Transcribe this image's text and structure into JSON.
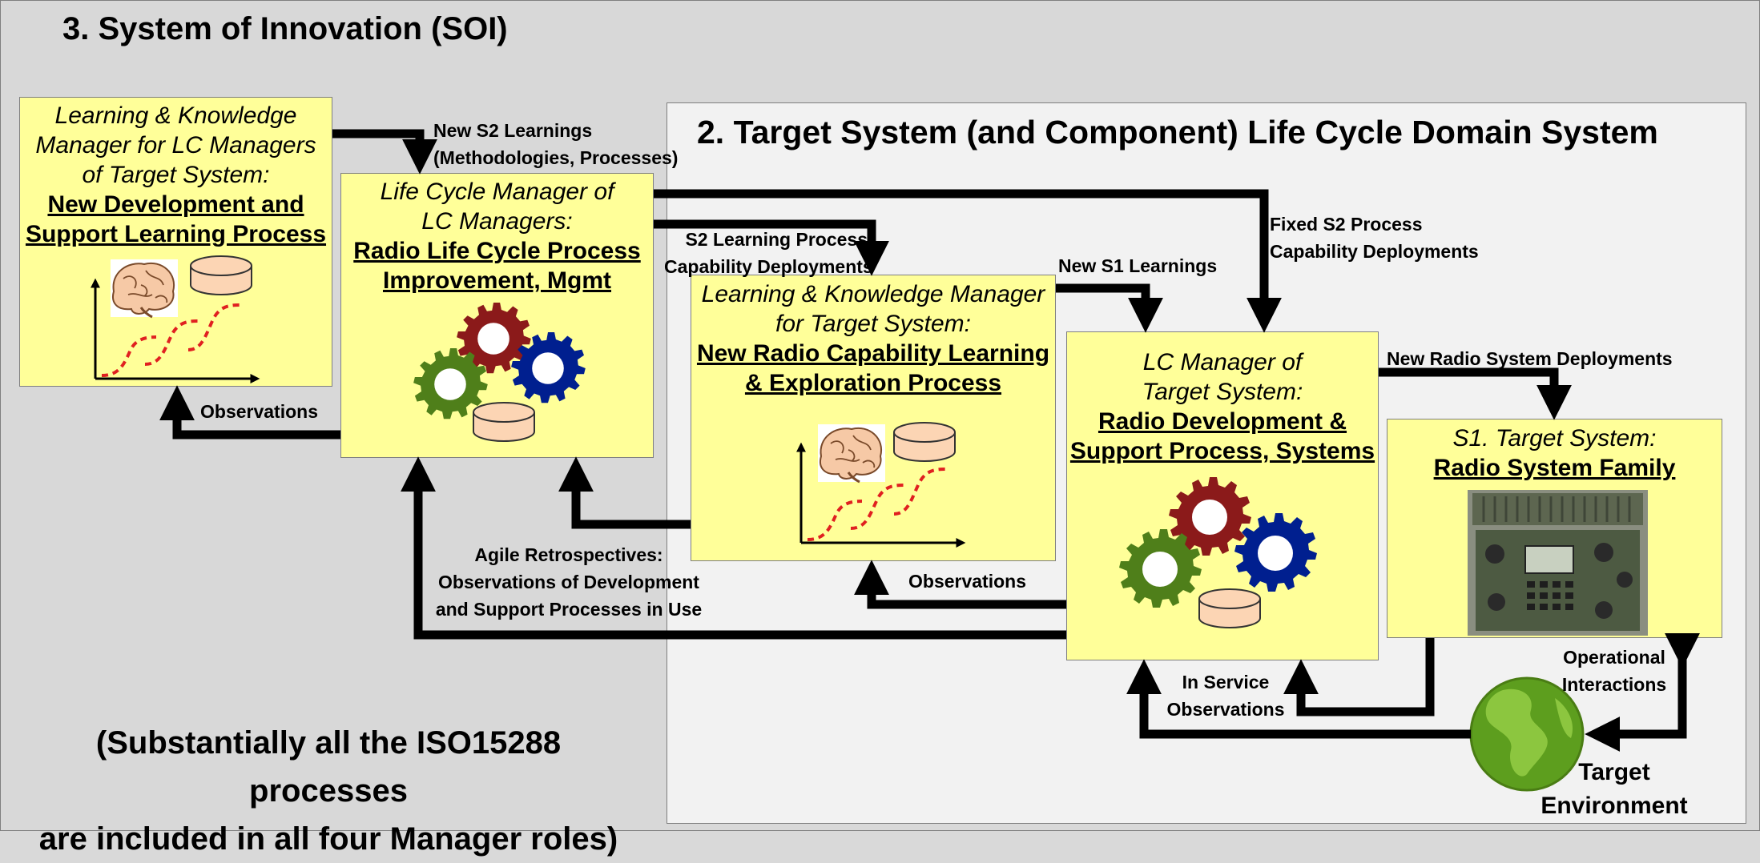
{
  "soi_title": "3.  System of Innovation (SOI)",
  "domain_title": "2.  Target System (and Component)  Life Cycle Domain System",
  "boxes": {
    "lkm_lc": {
      "italic": [
        "Learning & Knowledge",
        "Manager for LC Managers",
        "of Target System:"
      ],
      "bold": [
        "New Development and",
        "Support Learning Process"
      ]
    },
    "lcm_lc": {
      "italic": [
        "Life Cycle Manager of",
        "LC Managers:"
      ],
      "bold": [
        "Radio Life Cycle Process",
        "Improvement, Mgmt"
      ]
    },
    "lkm_target": {
      "italic": [
        "Learning & Knowledge Manager",
        "for Target System:"
      ],
      "bold": [
        "New Radio Capability Learning",
        "& Exploration Process"
      ]
    },
    "lcm_target": {
      "italic": [
        "LC Manager of",
        "Target System:"
      ],
      "bold": [
        "Radio Development &",
        "Support Process, Systems"
      ]
    },
    "target": {
      "italic": [
        "S1. Target System:"
      ],
      "bold": [
        "Radio System Family"
      ]
    }
  },
  "flow_labels": {
    "new_s2_learnings": [
      "New S2 Learnings",
      "(Methodologies, Processes)"
    ],
    "s2_learning_deploy": [
      "S2 Learning Process",
      "Capability Deployments"
    ],
    "fixed_s2": [
      "Fixed S2 Process",
      "Capability Deployments"
    ],
    "new_s1_learnings": [
      "New S1 Learnings"
    ],
    "new_radio_deploy": [
      "New Radio System Deployments"
    ],
    "observations_left": [
      "Observations"
    ],
    "observations_mid": [
      "Observations"
    ],
    "agile": [
      "Agile Retrospectives:",
      "Observations of Development",
      "and Support Processes in Use"
    ],
    "in_service": [
      "In Service",
      "Observations"
    ],
    "operational": [
      "Operational",
      "Interactions"
    ],
    "target_env": [
      "Target",
      "Environment"
    ]
  },
  "bottom_note": [
    "(Substantially all the ISO15288 processes",
    "are included in all four Manager roles)"
  ],
  "icons": {
    "brain": "brain-icon",
    "database": "database-icon",
    "learning_curve": "learning-curve-icon",
    "gears": "gears-icon",
    "radio": "radio-device-image",
    "globe": "globe-icon"
  },
  "colors": {
    "box_fill": "#ffff99",
    "domain_fill": "#f2f2f2",
    "background": "#d8d8d8",
    "gear_red": "#8b1a1a",
    "gear_blue": "#001f8f",
    "gear_green": "#4f7f1a",
    "curve_red": "#e02020",
    "db_fill": "#fcd5b4"
  }
}
